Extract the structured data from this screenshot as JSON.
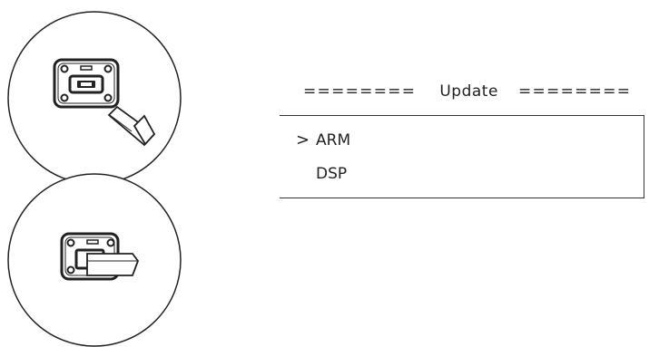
{
  "update_screen": {
    "header_left": "========",
    "title": "Update",
    "header_right": "========",
    "cursor": ">",
    "items": [
      {
        "label": "ARM",
        "selected": true
      },
      {
        "label": "DSP",
        "selected": false
      }
    ]
  },
  "illustrations": [
    {
      "name": "usb-stick-removed",
      "state": "not inserted"
    },
    {
      "name": "usb-stick-inserted",
      "state": "inserted"
    }
  ]
}
